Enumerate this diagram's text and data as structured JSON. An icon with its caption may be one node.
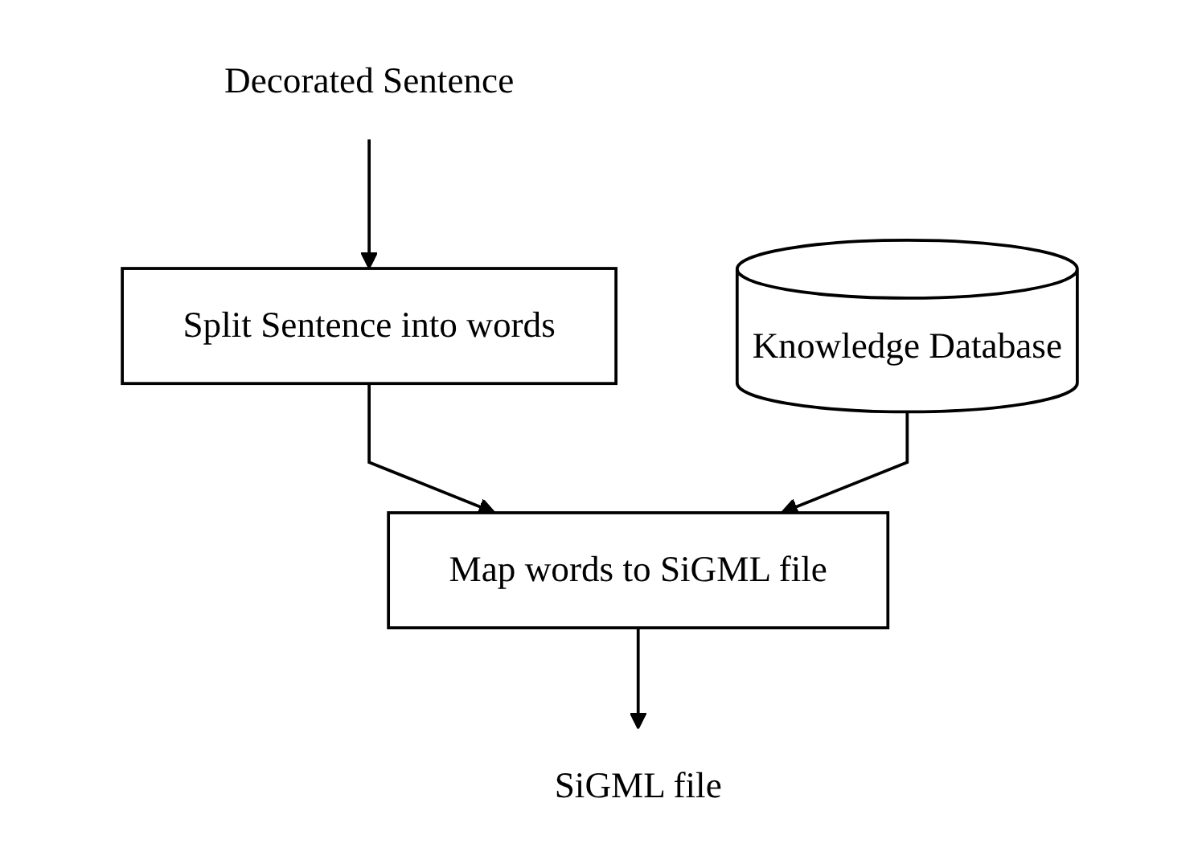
{
  "diagram": {
    "nodes": [
      {
        "text": [
          "Decorated Sentence"
        ]
      },
      {
        "text": [
          "Split Sentence into words"
        ]
      },
      {
        "text": [
          "Map words to SiGML file"
        ]
      },
      {
        "text": [
          "Knowledge Database"
        ]
      },
      {
        "text": [
          "SiGML file"
        ]
      }
    ],
    "edges": [
      {
        "from": 0,
        "to": 1,
        "arrow": "to"
      },
      {
        "from": 1,
        "to": 2,
        "arrow": "to"
      },
      {
        "from": 3,
        "to": 2,
        "arrow": "to"
      },
      {
        "from": 2,
        "to": 4,
        "arrow": "to"
      }
    ]
  }
}
